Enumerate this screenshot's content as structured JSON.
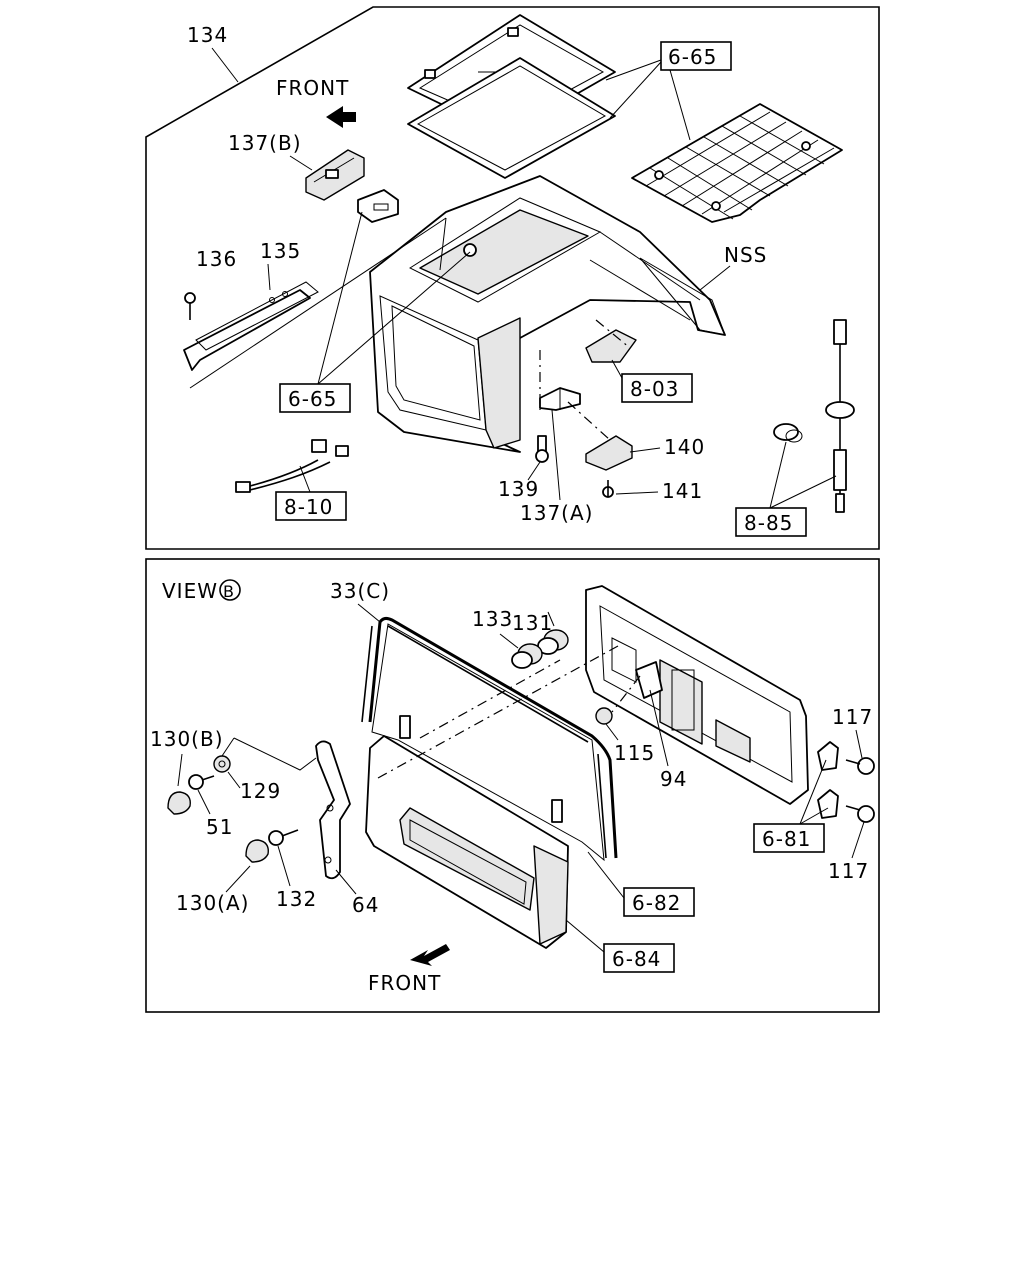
{
  "panel_top": {
    "front_label": "FRONT",
    "callouts": {
      "c134": "134",
      "c137b": "137(B)",
      "c136": "136",
      "c135": "135",
      "c665_top": "6-65",
      "c665_left": "6-65",
      "c_nss": "NSS",
      "c803": "8-03",
      "c140": "140",
      "c139": "139",
      "c141": "141",
      "c137a": "137(A)",
      "c810": "8-10",
      "c885": "8-85"
    }
  },
  "panel_bottom": {
    "view_label": "VIEW",
    "view_marker": "B",
    "front_label": "FRONT",
    "callouts": {
      "c33c": "33(C)",
      "c131": "131",
      "c133": "133",
      "c130b": "130(B)",
      "c129": "129",
      "c51": "51",
      "c115": "115",
      "c94": "94",
      "c117a": "117",
      "c117b": "117",
      "c681": "6-81",
      "c682": "6-82",
      "c684": "6-84",
      "c130a": "130(A)",
      "c132": "132",
      "c64": "64"
    }
  }
}
